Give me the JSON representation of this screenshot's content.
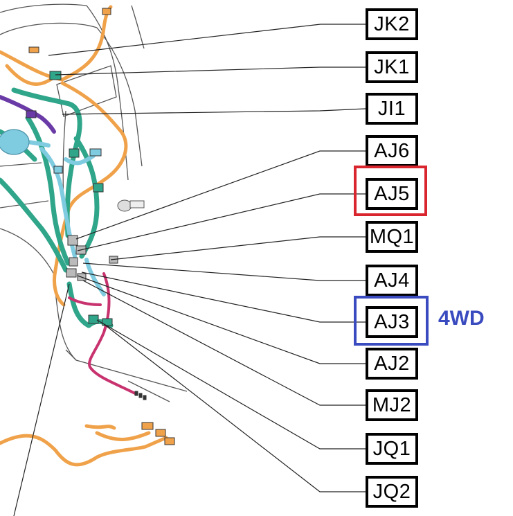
{
  "connectors": [
    {
      "id": "JK2"
    },
    {
      "id": "JK1"
    },
    {
      "id": "JI1"
    },
    {
      "id": "AJ6"
    },
    {
      "id": "AJ5"
    },
    {
      "id": "MQ1"
    },
    {
      "id": "AJ4"
    },
    {
      "id": "AJ3"
    },
    {
      "id": "AJ2"
    },
    {
      "id": "MJ2"
    },
    {
      "id": "JQ1"
    },
    {
      "id": "JQ2"
    }
  ],
  "highlights": {
    "red": {
      "connector": "AJ5",
      "color": "#d9262e"
    },
    "blue": {
      "connector": "AJ3",
      "color": "#3a4bbf",
      "note": "4WD"
    }
  },
  "colors": {
    "harness_orange": "#f0a24a",
    "harness_green": "#2fa58a",
    "harness_blue": "#7fcbe0",
    "harness_purple": "#6a3aa6",
    "harness_pink": "#c8326e"
  }
}
